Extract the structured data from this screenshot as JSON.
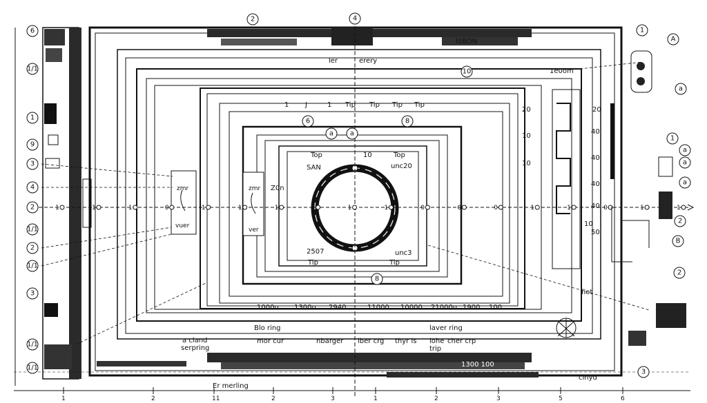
{
  "callouts_top": [
    "2",
    "4",
    "1"
  ],
  "callouts_left": [
    "6",
    "1/1",
    "1",
    "9",
    "3",
    "4",
    "2",
    "1/1",
    "2",
    "1/1",
    "3",
    "1/1",
    "1/1"
  ],
  "callouts_right": [
    "A",
    "a",
    "1",
    "a",
    "a",
    "a",
    "2",
    "B",
    "2",
    "3"
  ],
  "callouts_inner": [
    "6",
    "a",
    "a",
    "8",
    "8",
    "10"
  ],
  "top_strip_label": "erery",
  "top_strip_prefix": "ler",
  "right_top_label": "1e0om",
  "top_bar_label": "ISBON",
  "header_row": [
    "1",
    "J",
    "1",
    "Tip",
    "Tip",
    "Tip",
    "Tip"
  ],
  "right_scale": [
    "20",
    "40",
    "40",
    "40",
    "40",
    "10",
    "50",
    "20",
    "10",
    "10"
  ],
  "inner_labels": {
    "top_left": "Top",
    "top_center": "10",
    "top_right": "Top",
    "sa": "SAN",
    "un": "unc20",
    "bl_num": "2507",
    "br_label": "unc3",
    "bottom_left": "Tip",
    "bottom_right": "Tip"
  },
  "left_box_a": {
    "top": "zmr",
    "bottom": "vuer"
  },
  "left_box_b": {
    "top": "zmr",
    "bottom": "ver"
  },
  "left_box_b_side": "Z0n",
  "center_marker": "0",
  "axis_ticks": [
    "1",
    "1",
    "1",
    "0",
    "1",
    "1",
    "1",
    "0",
    "1",
    "1",
    "0",
    "0",
    "0",
    "1",
    "1",
    "0",
    "1",
    "1"
  ],
  "bottom_values": [
    "1000u",
    "1300u",
    "2940",
    "11000",
    "10000",
    "21000u",
    "1900",
    "100"
  ],
  "bottom_sub_left": "Blo ring",
  "bottom_sub_right": "laver ring",
  "bottom_captions": [
    "a cland",
    "serpring",
    "mor cur",
    "nbarger",
    "lber crg",
    "thyr is",
    "lohe",
    "trip",
    "cher crp"
  ],
  "bottom_bar_label": "1300 100",
  "bottom_left_label": "Er merling",
  "right_note": "fiot",
  "bottom_right_label": "cinyd",
  "bottom_axis": [
    "1",
    "2",
    "11",
    "2",
    "3",
    "1",
    "2",
    "3",
    "5",
    "6"
  ],
  "colors": {
    "line": "#111111",
    "background": "#ffffff",
    "dark_fill": "#2a2a2a",
    "mid_fill": "#555555"
  }
}
